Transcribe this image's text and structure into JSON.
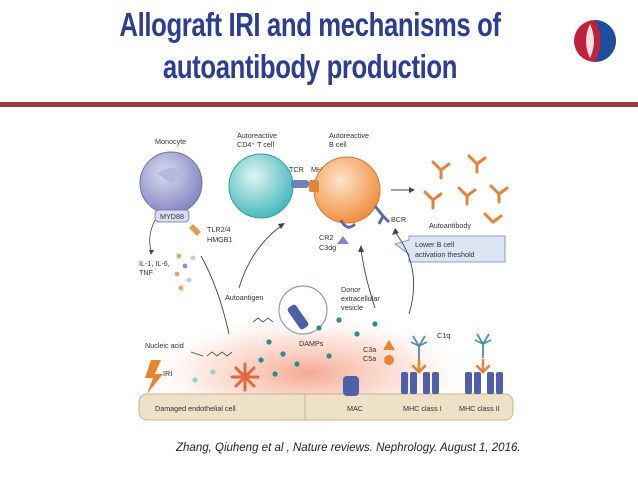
{
  "slide": {
    "title_line1": "Allograft IRI and mechanisms of",
    "title_line2": "autoantibody production",
    "citation": "Zhang, Qiuheng et al , Nature reviews. Nephrology. August 1, 2016."
  },
  "diagram": {
    "monocyte": "Monocyte",
    "myd88": "MYD88",
    "tlr": "TLR2/4",
    "hmgb1": "HMGB1",
    "cytokines1": "IL-1, IL-6,",
    "cytokines2": "TNF",
    "tcell1": "Autoreactive",
    "tcell2": "CD4⁺ T cell",
    "bcell1": "Autoreactive",
    "bcell2": "B cell",
    "tcr": "TCR",
    "mhc": "MHC",
    "bcr": "BCR",
    "cr2": "CR2",
    "c3dg": "C3dg",
    "autoantibody": "Autoantibody",
    "threshold1": "Lower B cell",
    "threshold2": "activation theshold",
    "autoantigen": "Autoantigen",
    "vesicle1": "Donor",
    "vesicle2": "extracellular",
    "vesicle3": "vesicle",
    "nucleic": "Nucleic acid",
    "damps": "DAMPs",
    "c3a": "C3a",
    "c5a": "C5a",
    "c1q": "C1q",
    "iri": "IRI",
    "endothelial": "Damaged endothelial cell",
    "mac": "MAC",
    "mhc1": "MHC class I",
    "mhc2": "MHC class II"
  },
  "colors": {
    "title": "#2c3e8f",
    "rule": "#9c3c3c",
    "monocyte": "#8d8fc7",
    "tcell": "#5cc6c8",
    "bcell": "#f5a25a",
    "antibody": "#e0843c",
    "mhc_receptor": "#4f5fa8",
    "membrane": "#efe1c8"
  }
}
